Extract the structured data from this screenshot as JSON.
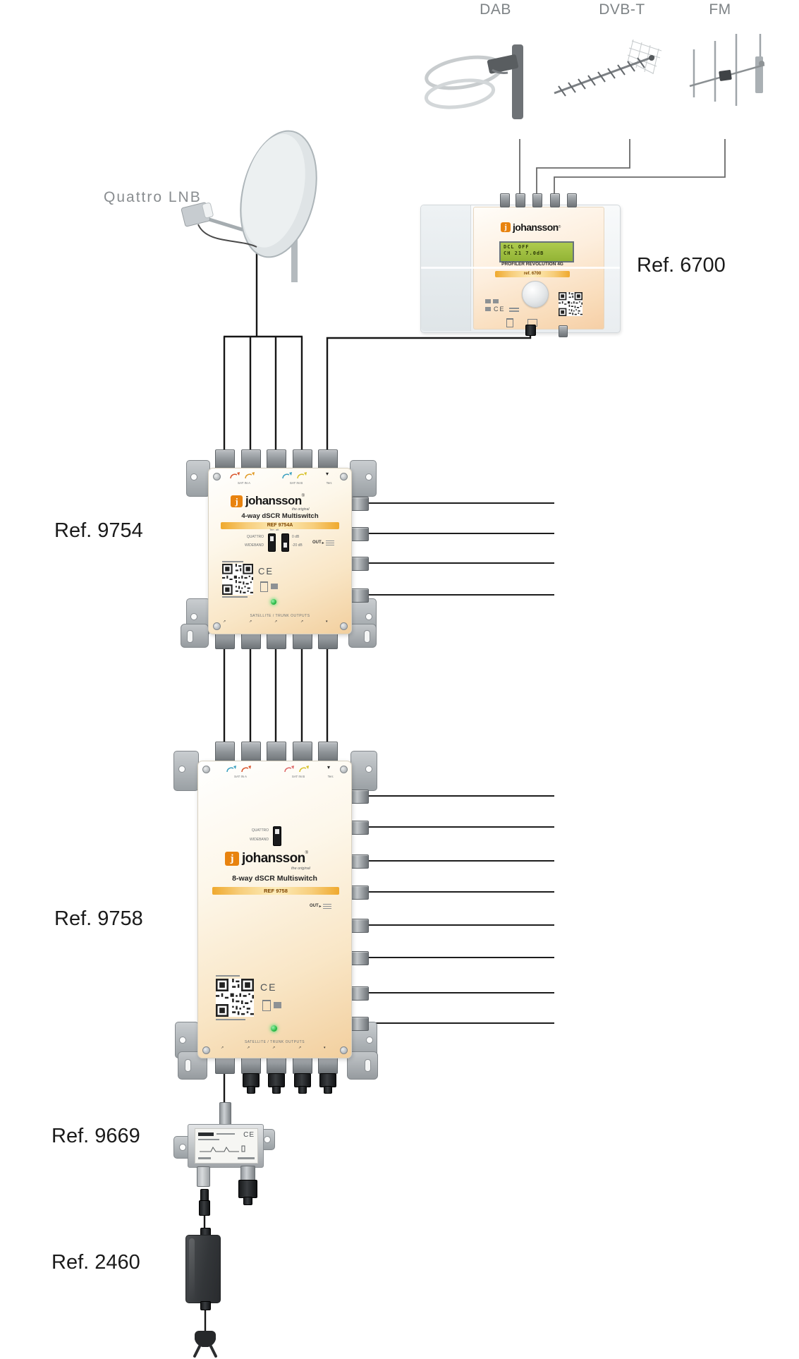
{
  "antenna_labels": {
    "dab": "DAB",
    "dvbt": "DVB-T",
    "fm": "FM"
  },
  "lnb_label": "Quattro LNB",
  "ref_labels": {
    "amplifier": "Ref. 6700",
    "multiswitch_4way": "Ref. 9754",
    "multiswitch_8way": "Ref. 9758",
    "power_inserter": "Ref. 9669",
    "power_supply": "Ref. 2460"
  },
  "amplifier": {
    "brand_mark": "j",
    "brand": "johansson",
    "lcd_line1": "DCL OFF",
    "lcd_line2": "CH 21  7.0dB",
    "model_line": "PROFILER REVOLUTION 4G",
    "ref_band": "ref. 6700",
    "ce": "CE"
  },
  "multiswitch_4way": {
    "brand_mark": "j",
    "brand": "johansson",
    "tagline": "the original",
    "type_line": "4-way dSCR Multiswitch",
    "ref_band": "REF 9754A",
    "input_group_a": "SAT IN A",
    "input_group_b": "SAT IN B",
    "terr_label": "Terr.",
    "quattro": "QUATTRO",
    "wideband": "WIDEBAND",
    "att_high": "0 dB",
    "att_low": "-20 dB",
    "terr_att": "Terr. att.",
    "out_label": "OUT",
    "bottom_label": "SATELLITE / TRUNK OUTPUTS",
    "ce": "CE"
  },
  "multiswitch_8way": {
    "brand_mark": "j",
    "brand": "johansson",
    "tagline": "the original",
    "type_line": "8-way dSCR Multiswitch",
    "ref_band": "REF 9758",
    "input_group_a": "SAT IN A",
    "input_group_b": "SAT IN B",
    "terr_label": "Terr.",
    "quattro": "QUATTRO",
    "wideband": "WIDEBAND",
    "out_label": "OUT",
    "bottom_label": "SATELLITE / TRUNK OUTPUTS",
    "ce": "CE"
  },
  "power_inserter": {
    "ce": "CE"
  },
  "icons": {
    "registered": "®",
    "terr_arrow": "▾",
    "out_pointer": "▸",
    "output_arrow": "↗"
  },
  "colors": {
    "brand_orange": "#e8830f",
    "band_gold": "#f3b53a",
    "lcd_green": "#9abf3e",
    "led_green": "#35c04e",
    "device_cream": "#f9e6c8",
    "cable_black": "#161616",
    "antenna_line_gray": "#696969",
    "label_gray": "#7e8386",
    "text_black": "#1b1b1b"
  }
}
